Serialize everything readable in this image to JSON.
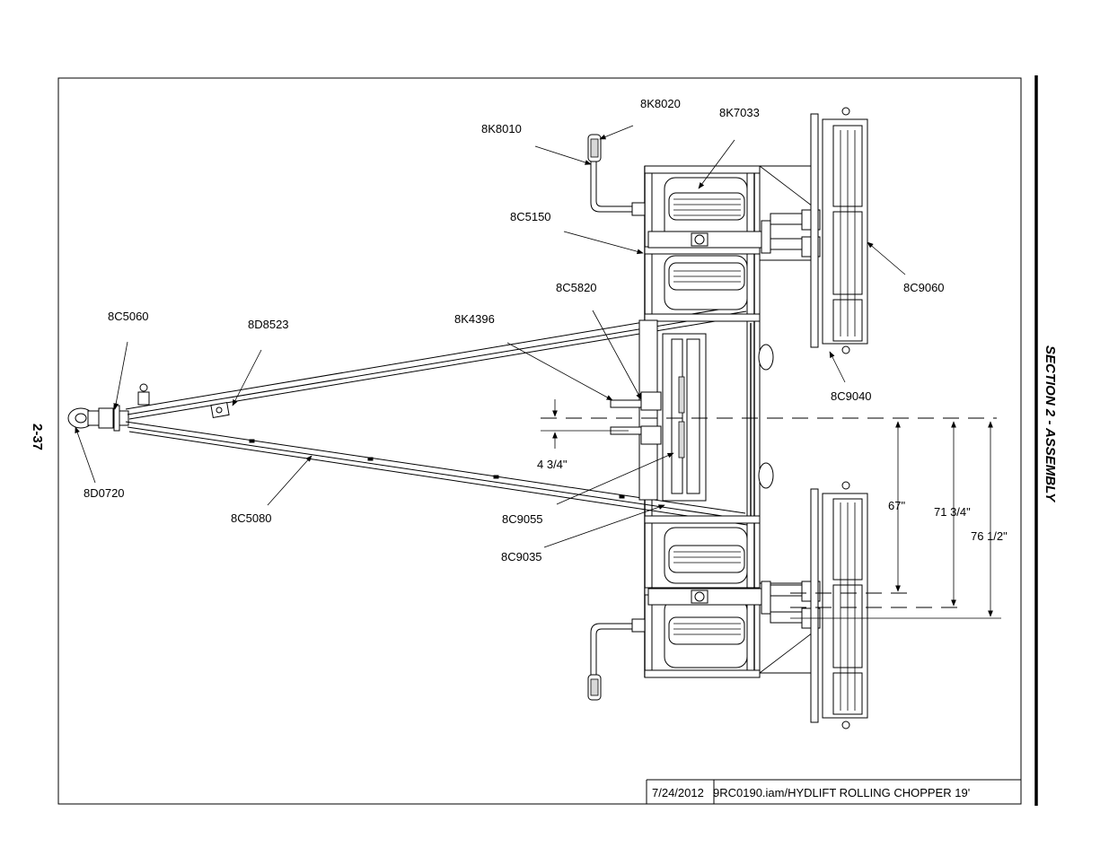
{
  "section_title": "SECTION 2 - ASSEMBLY",
  "page_number": "2-37",
  "title_block": {
    "date": "7/24/2012",
    "file": "9RC0190.iam/HYDLIFT ROLLING CHOPPER 19'"
  },
  "callouts": {
    "c8K8020": "8K8020",
    "c8K7033": "8K7033",
    "c8K8010": "8K8010",
    "c8C5150": "8C5150",
    "c8C5820": "8C5820",
    "c8C9060": "8C9060",
    "c8C5060": "8C5060",
    "c8D8523": "8D8523",
    "c8K4396": "8K4396",
    "c8C9040": "8C9040",
    "c8D0720": "8D0720",
    "c8C5080": "8C5080",
    "c8C9055": "8C9055",
    "c8C9035": "8C9035"
  },
  "dimensions": {
    "d1": "4 3/4\"",
    "d2": "67\"",
    "d3": "71 3/4\"",
    "d4": "76 1/2\""
  }
}
